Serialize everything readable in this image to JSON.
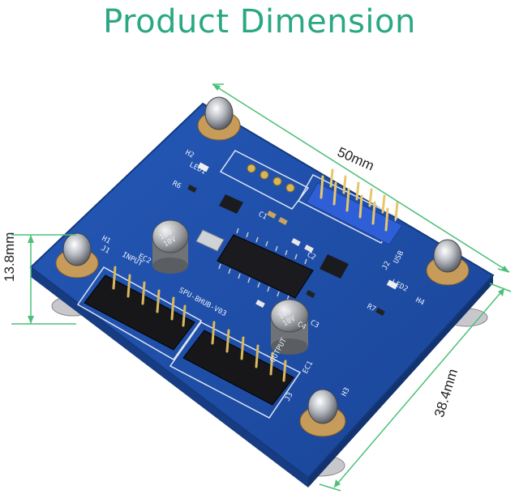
{
  "title": "Product Dimension",
  "dimensions": {
    "width": "50mm",
    "height": "13.8mm",
    "depth": "38.4mm"
  },
  "colors": {
    "title": "#2aa882",
    "dimension_line": "#4cc07a",
    "pcb": "#1f4fa8",
    "pcb_edge": "#173c82",
    "header_blue": "#2f5fd6"
  },
  "silkscreen": {
    "h1": "H1",
    "h2": "H2",
    "h3": "H3",
    "h4": "H4",
    "led1": "LED1",
    "led2": "LED2",
    "usb": "USB",
    "j1": "J1",
    "j2": "J2",
    "j3": "J3",
    "c1": "C1",
    "c2": "C2",
    "c3": "C3",
    "c4": "C4",
    "ec1": "EC1",
    "ec2": "EC2",
    "r6": "R6",
    "r7": "R7",
    "board": "SPU-8HUB-V03",
    "input": "INPUT",
    "output": "OUTPUT",
    "cap1_a": "100",
    "cap1_b": "10V",
    "cap2_a": "100",
    "cap2_b": "10V"
  }
}
